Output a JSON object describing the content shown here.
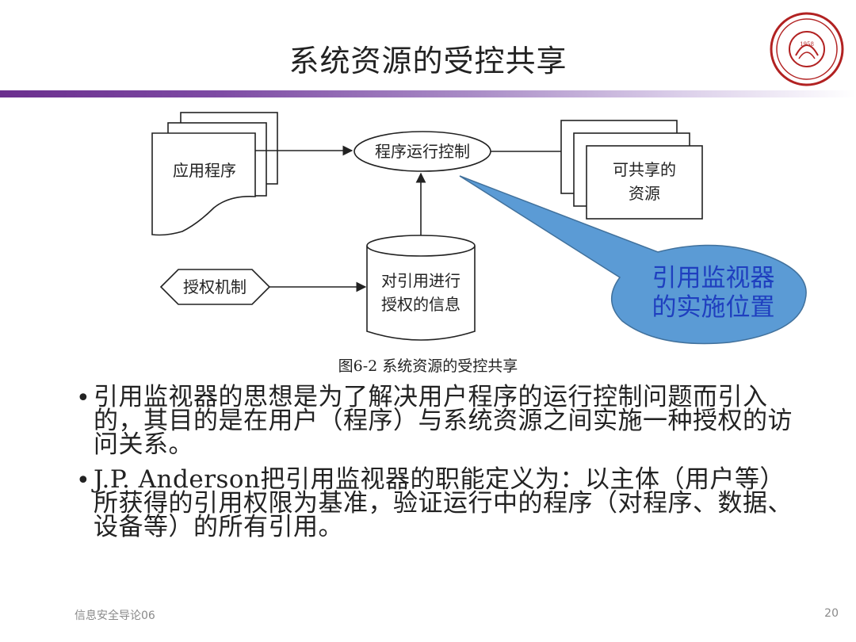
{
  "slide": {
    "title": "系统资源的受控共享",
    "caption": "图6-2 系统资源的受控共享",
    "page_number": "20"
  },
  "diagram": {
    "app_program": "应用程序",
    "run_control": "程序运行控制",
    "shared_resource_line1": "可共享的",
    "shared_resource_line2": "资源",
    "auth_mechanism": "授权机制",
    "auth_info_line1": "对引用进行",
    "auth_info_line2": "授权的信息",
    "callout_line1": "引用监视器",
    "callout_line2": "的实施位置"
  },
  "bullets": [
    {
      "text": "引用监视器的思想是为了解决用户程序的运行控制问题而引入的，其目的是在用户（程序）与系统资源之间实施一种授权的访问关系。"
    },
    {
      "text": "J.P. Anderson把引用监视器的职能定义为：以主体（用户等）所获得的引用权限为基准，验证运行中的程序（对程序、数据、设备等）的所有引用。"
    }
  ],
  "footer": {
    "course": "信息安全导论06"
  },
  "logo": {
    "year": "1958"
  },
  "colors": {
    "accent_purple": "#6b2f8e",
    "callout_fill": "#5b9bd5",
    "callout_text": "#1f3fbf",
    "logo_red": "#b22222"
  }
}
